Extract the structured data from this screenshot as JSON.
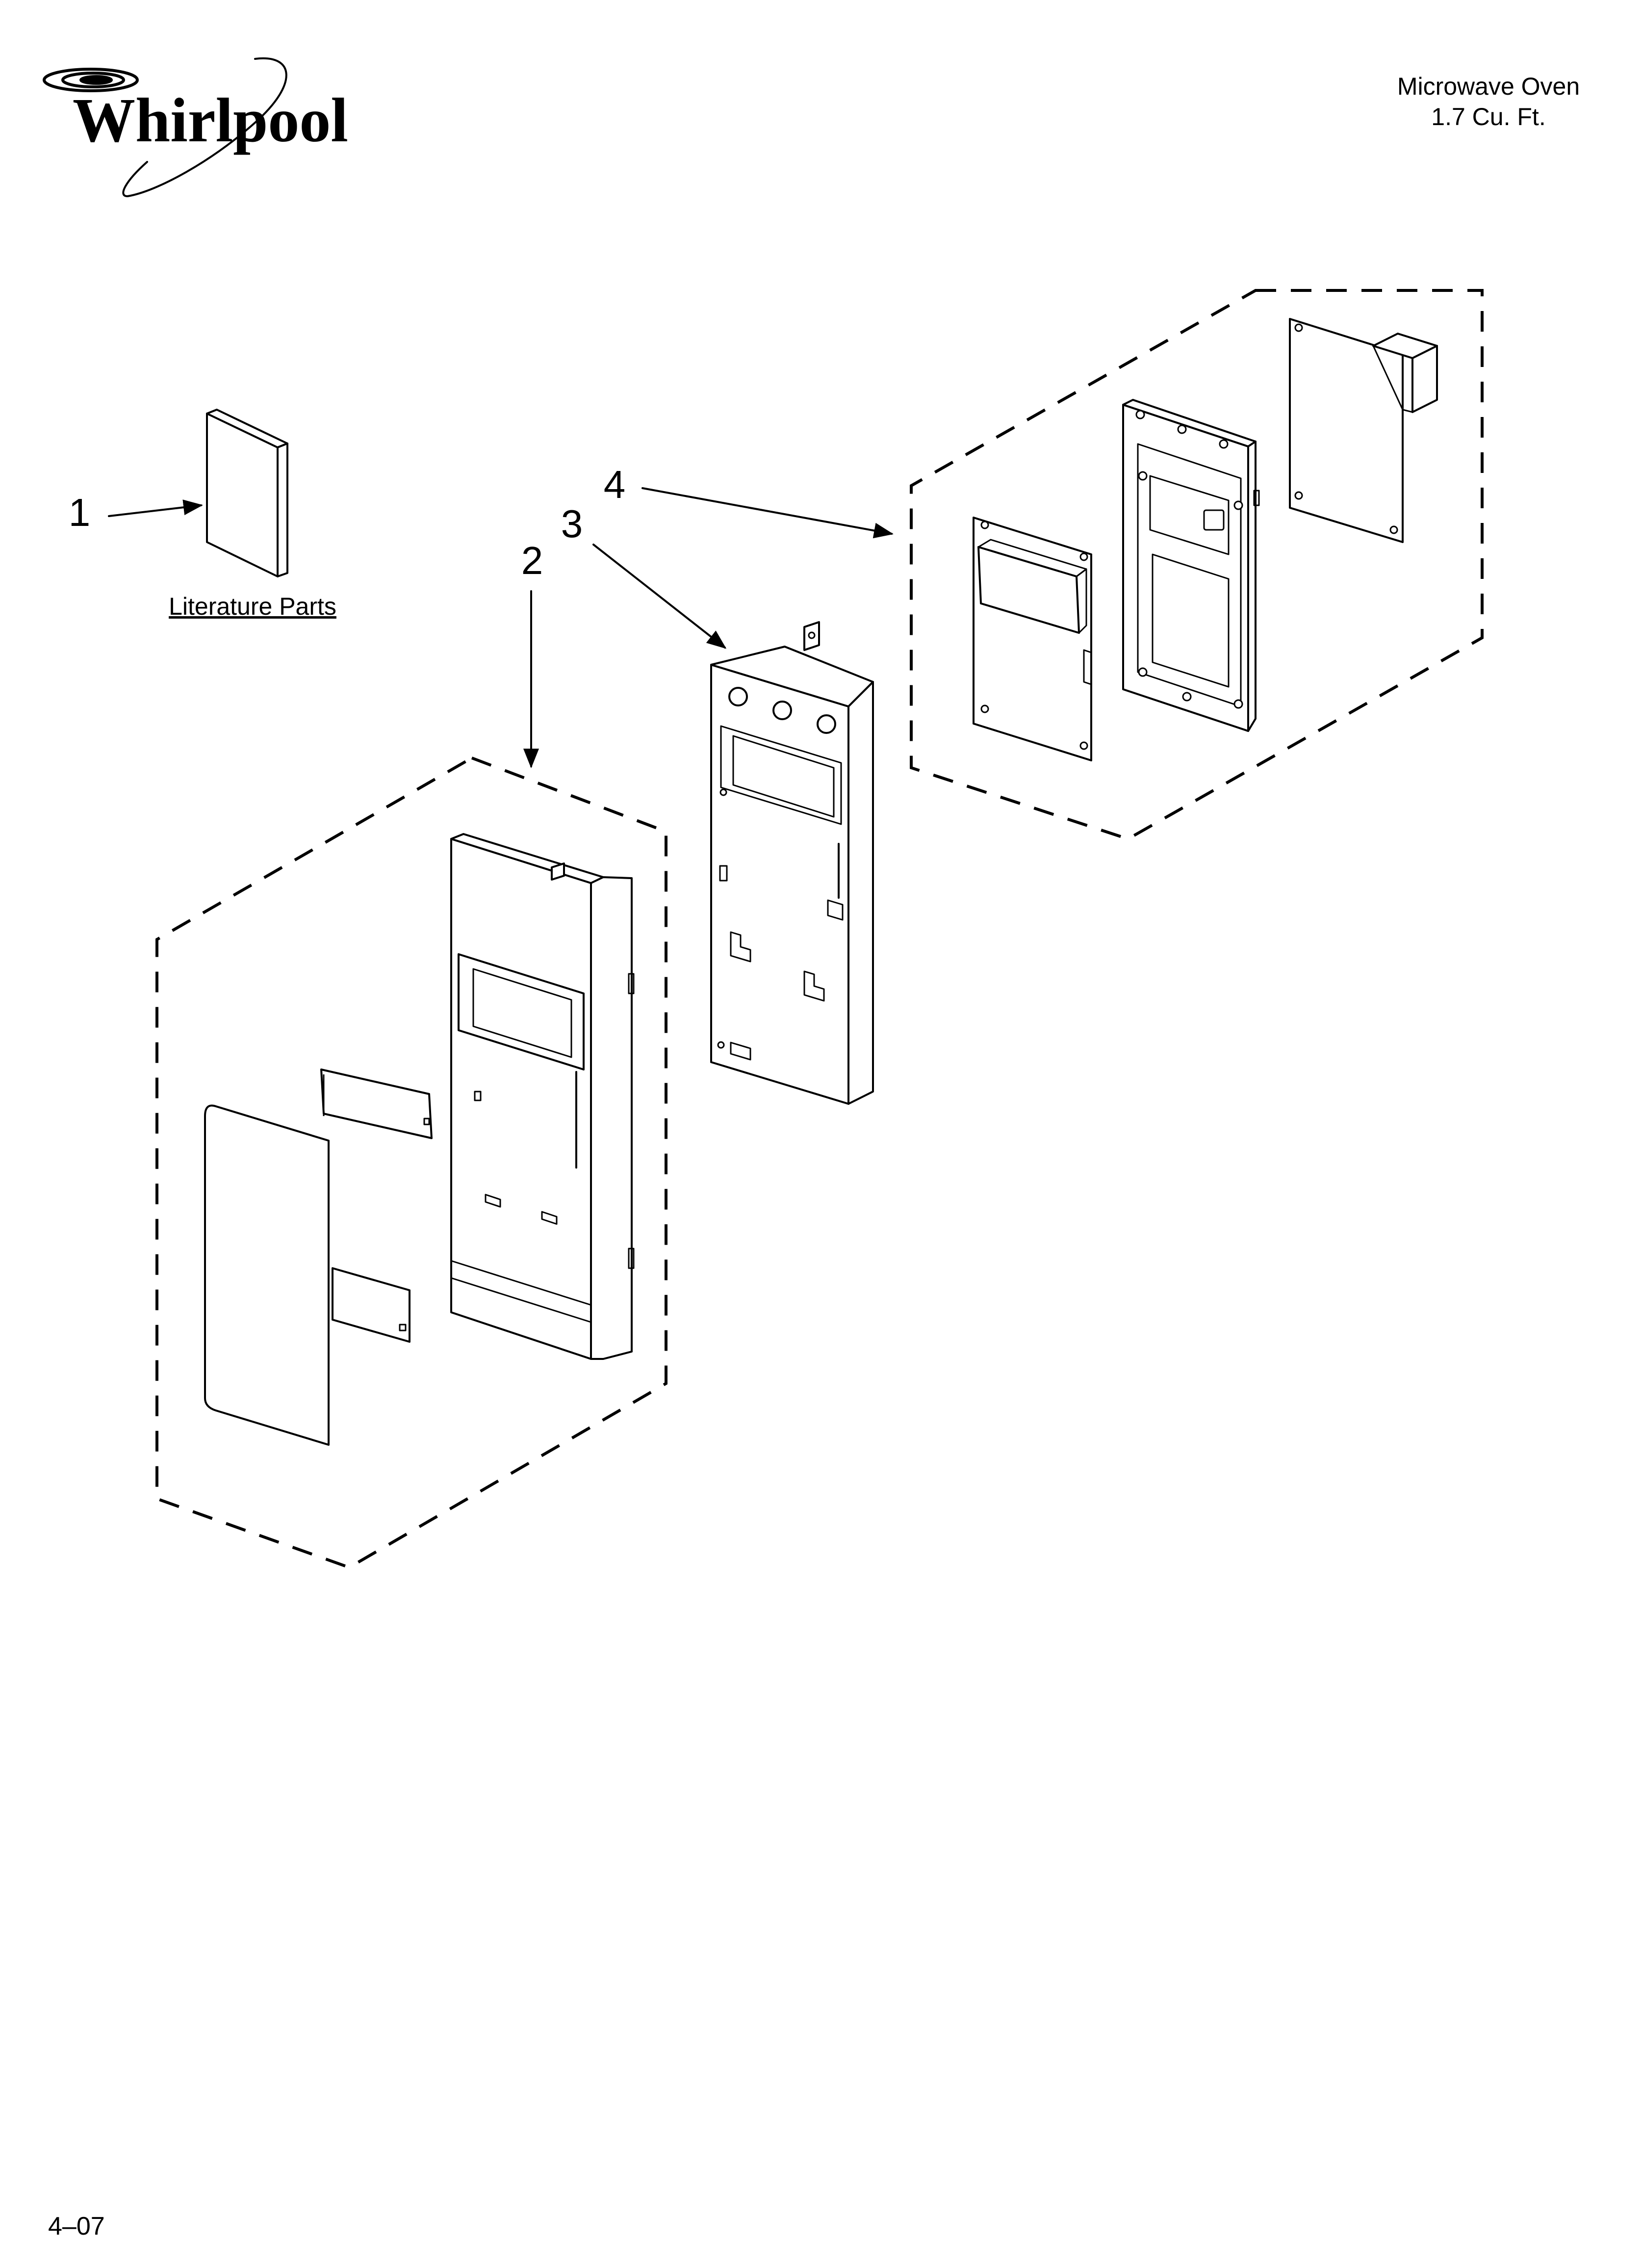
{
  "brand": {
    "name": "Whirlpool"
  },
  "header": {
    "title_line1": "Microwave Oven",
    "title_line2": "1.7 Cu. Ft."
  },
  "literature": {
    "label": "Literature Parts"
  },
  "callouts": [
    {
      "id": "1",
      "label": "1"
    },
    {
      "id": "2",
      "label": "2"
    },
    {
      "id": "3",
      "label": "3"
    },
    {
      "id": "4",
      "label": "4"
    }
  ],
  "footer": {
    "code": "4–07"
  }
}
